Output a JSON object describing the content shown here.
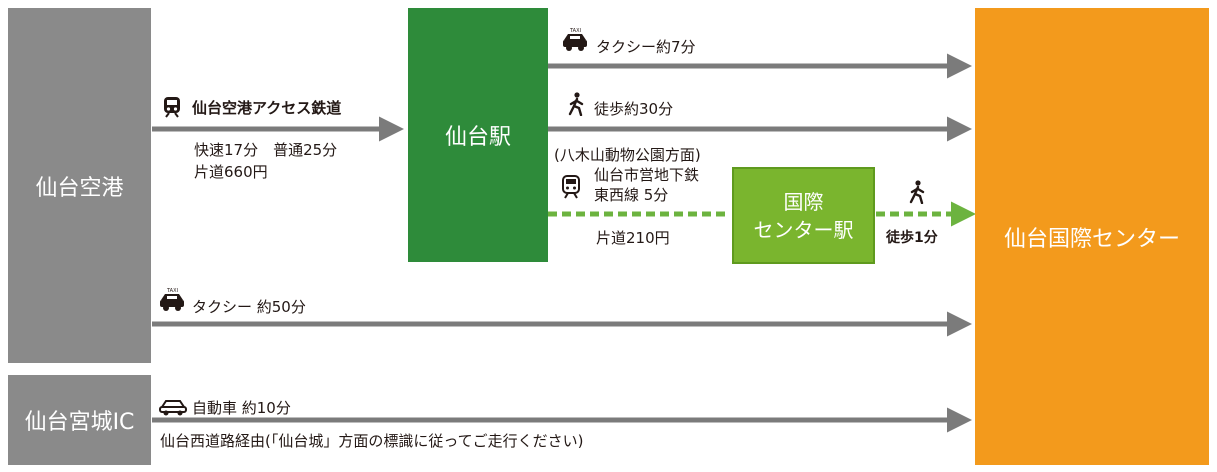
{
  "nodes": {
    "airport": "仙台空港",
    "ic": "仙台宮城IC",
    "sendai_station": "仙台駅",
    "intl_station_line1": "国際",
    "intl_station_line2": "センター駅",
    "destination": "仙台国際センター"
  },
  "routes": {
    "rail": {
      "name": "仙台空港アクセス鉄道",
      "times": "快速17分　普通25分",
      "fare": "片道660円"
    },
    "taxi_from_station": "タクシー約7分",
    "walk_from_station": "徒歩約30分",
    "subway": {
      "direction": "(八木山動物公園方面)",
      "line1": "仙台市営地下鉄",
      "line2": "東西線 5分",
      "fare": "片道210円"
    },
    "walk_from_intl": "徒歩1分",
    "taxi_from_airport": "タクシー 約50分",
    "car": {
      "label": "自動車 約10分",
      "note": "仙台西道路経由(「仙台城」方面の標識に従ってご走行ください)"
    }
  },
  "icons": {
    "taxi_badge": "TAXI"
  },
  "colors": {
    "gray_box": "#8a8a8a",
    "station_green": "#2e8b3a",
    "intl_green": "#7ab52e",
    "destination_orange": "#f39a1c",
    "arrow_gray": "#7b7b7b",
    "subway_arrow_green": "#6cb33f"
  }
}
